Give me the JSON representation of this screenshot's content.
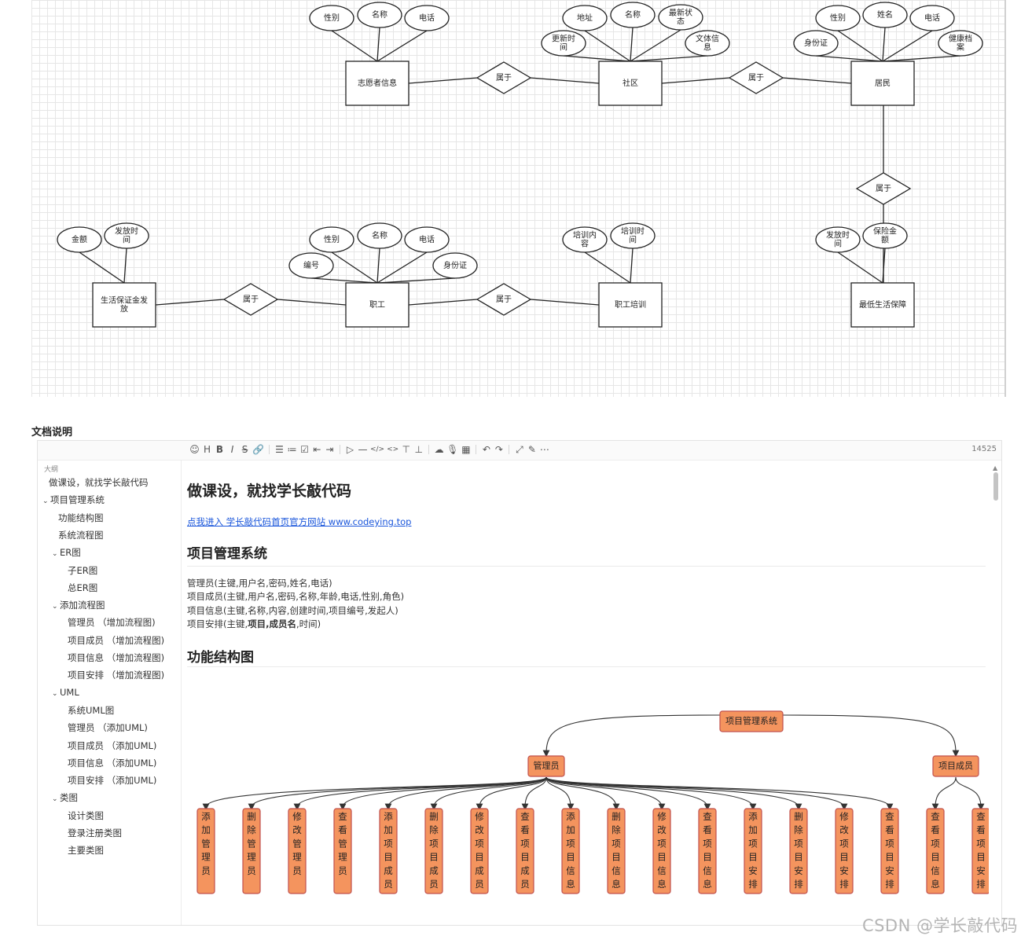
{
  "er": {
    "entities": [
      {
        "id": "volunteer",
        "label": "志愿者信息"
      },
      {
        "id": "community",
        "label": "社区"
      },
      {
        "id": "resident",
        "label": "居民"
      },
      {
        "id": "subsidy",
        "label": "生活保证金发放"
      },
      {
        "id": "staff",
        "label": "职工"
      },
      {
        "id": "training",
        "label": "职工培训"
      },
      {
        "id": "minimum",
        "label": "最低生活保障"
      }
    ],
    "relations": [
      {
        "id": "r1",
        "label": "属于"
      },
      {
        "id": "r2",
        "label": "属于"
      },
      {
        "id": "r3",
        "label": "属于"
      },
      {
        "id": "r4",
        "label": "属于"
      },
      {
        "id": "r5",
        "label": "属于"
      },
      {
        "id": "r6",
        "label": "属于"
      }
    ],
    "attributes": {
      "volunteer": [
        "性别",
        "名称",
        "电话"
      ],
      "community": [
        "地址",
        "名称",
        "最新状态",
        "更新时间",
        "文体信息"
      ],
      "resident": [
        "性别",
        "姓名",
        "电话",
        "身份证",
        "健康档案"
      ],
      "subsidy": [
        "金额",
        "发放时间"
      ],
      "staff": [
        "性别",
        "名称",
        "电话",
        "编号",
        "身份证"
      ],
      "training": [
        "培训内容",
        "培训时间"
      ],
      "minimum": [
        "发放时间",
        "保险金额"
      ]
    }
  },
  "doc_heading": "文档说明",
  "editor": {
    "toolbar_icons": [
      "emoji-icon",
      "heading-icon",
      "bold-icon",
      "italic-icon",
      "strike-icon",
      "link-icon",
      "|",
      "list-icon",
      "ordered-list-icon",
      "checklist-icon",
      "outdent-icon",
      "indent-icon",
      "|",
      "quote-icon",
      "line-icon",
      "code-icon",
      "inline-code-icon",
      "insert-before-icon",
      "insert-after-icon",
      "|",
      "upload-icon",
      "record-icon",
      "table-icon",
      "|",
      "undo-icon",
      "redo-icon",
      "|",
      "fullscreen-icon",
      "edit-mode-icon",
      "more-icon"
    ],
    "toolbar_glyphs": [
      "☺",
      "H",
      "B",
      "I",
      "S",
      "🔗",
      "|",
      "☰",
      "≔",
      "☑",
      "⇤",
      "⇥",
      "|",
      "▷",
      "—",
      "</>",
      "<>",
      "⊤",
      "⊥",
      "|",
      "☁",
      "🎙",
      "▦",
      "|",
      "↶",
      "↷",
      "|",
      "⤢",
      "✎",
      "⋯"
    ],
    "word_count": "14525",
    "outline": {
      "title": "大纲",
      "items": [
        {
          "label": "做课设，就找学长敲代码",
          "level": 0,
          "caret": ""
        },
        {
          "label": "项目管理系统",
          "level": 0,
          "caret": "v"
        },
        {
          "label": "功能结构图",
          "level": 1,
          "caret": ""
        },
        {
          "label": "系统流程图",
          "level": 1,
          "caret": ""
        },
        {
          "label": "ER图",
          "level": 1,
          "caret": "v"
        },
        {
          "label": "子ER图",
          "level": 2,
          "caret": ""
        },
        {
          "label": "总ER图",
          "level": 2,
          "caret": ""
        },
        {
          "label": "添加流程图",
          "level": 1,
          "caret": "v"
        },
        {
          "label": "管理员 （增加流程图)",
          "level": 2,
          "caret": ""
        },
        {
          "label": "项目成员 （增加流程图)",
          "level": 2,
          "caret": ""
        },
        {
          "label": "项目信息 （增加流程图)",
          "level": 2,
          "caret": ""
        },
        {
          "label": "项目安排 （增加流程图)",
          "level": 2,
          "caret": ""
        },
        {
          "label": "UML",
          "level": 1,
          "caret": "v"
        },
        {
          "label": "系统UML图",
          "level": 2,
          "caret": ""
        },
        {
          "label": "管理员 （添加UML)",
          "level": 2,
          "caret": ""
        },
        {
          "label": "项目成员 （添加UML)",
          "level": 2,
          "caret": ""
        },
        {
          "label": "项目信息 （添加UML)",
          "level": 2,
          "caret": ""
        },
        {
          "label": "项目安排 （添加UML)",
          "level": 2,
          "caret": ""
        },
        {
          "label": "类图",
          "level": 1,
          "caret": "v"
        },
        {
          "label": "设计类图",
          "level": 2,
          "caret": ""
        },
        {
          "label": "登录注册类图",
          "level": 2,
          "caret": ""
        },
        {
          "label": "主要类图",
          "level": 2,
          "caret": ""
        }
      ]
    },
    "content": {
      "h1": "做课设，就找学长敲代码",
      "link": "点我进入 学长敲代码首页官方网站 www.codeying.top",
      "h2_system": "项目管理系统",
      "lines": {
        "admin": "管理员(主键,用户名,密码,姓名,电话)",
        "member": "项目成员(主键,用户名,密码,名称,年龄,电话,性别,角色)",
        "info": "项目信息(主键,名称,内容,创建时间,项目编号,发起人)",
        "arrange_pre": "项目安排(主键,",
        "arrange_b1": "项目",
        "arrange_mid": ",",
        "arrange_b2": "成员名",
        "arrange_post": ",时间)"
      },
      "h2_func": "功能结构图"
    },
    "func_tree": {
      "root": "项目管理系统",
      "groups": [
        {
          "label": "管理员",
          "children": [
            "添加管理员",
            "删除管理员",
            "修改管理员",
            "查看管理员",
            "添加项目成员",
            "删除项目成员",
            "修改项目成员",
            "查看项目成员",
            "添加项目信息",
            "删除项目信息",
            "修改项目信息",
            "查看项目信息",
            "添加项目安排",
            "删除项目安排",
            "修改项目安排",
            "查看项目安排"
          ]
        },
        {
          "label": "项目成员",
          "children": [
            "查看项目信息",
            "查看项目安排"
          ]
        }
      ],
      "node_fill": "#f4945e",
      "node_stroke": "#c0504d"
    }
  },
  "watermark": "CSDN @学长敲代码"
}
